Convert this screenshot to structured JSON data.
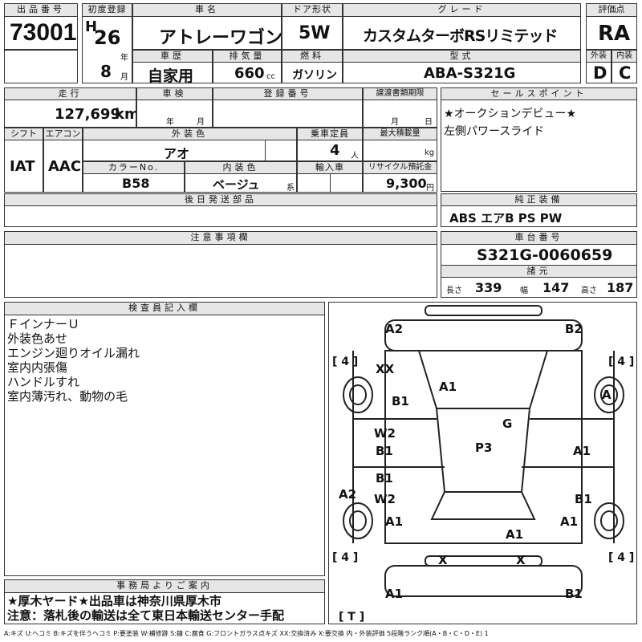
{
  "lot": {
    "label": "出品番号",
    "value": "73001"
  },
  "first_reg": {
    "label": "初度登録",
    "era": "H",
    "year": "26",
    "year_unit": "年",
    "month": "8",
    "month_unit": "月"
  },
  "car_name": {
    "label": "車名",
    "value": "アトレーワゴン"
  },
  "door": {
    "label": "ドア形状",
    "value": "5W"
  },
  "grade": {
    "label": "グレード",
    "value": "カスタムターボRSリミテッド"
  },
  "score": {
    "label": "評価点",
    "value": "RA"
  },
  "history": {
    "label": "車歴",
    "value": "自家用"
  },
  "displacement": {
    "label": "排気量",
    "value": "660",
    "unit": "cc"
  },
  "fuel": {
    "label": "燃料",
    "value": "ガソリン"
  },
  "model": {
    "label": "型式",
    "value": "ABA-S321G"
  },
  "exterior": {
    "label": "外装",
    "value": "D"
  },
  "interior": {
    "label": "内装",
    "value": "C"
  },
  "mileage": {
    "label": "走行",
    "value": "127,699",
    "unit": "km"
  },
  "inspection": {
    "label": "車検",
    "year_unit": "年",
    "month_unit": "月"
  },
  "plate": {
    "label": "登録番号"
  },
  "transfer": {
    "label": "譲渡書類期限",
    "month_unit": "月",
    "day_unit": "日"
  },
  "sales_point": {
    "label": "セールスポイント",
    "lines": [
      "★オークションデビュー★",
      "左側パワースライド"
    ]
  },
  "shift": {
    "label": "シフト",
    "value": "IAT"
  },
  "aircon": {
    "label": "エアコン",
    "value": "AAC"
  },
  "ext_color": {
    "label": "外装色",
    "value": "アオ"
  },
  "capacity": {
    "label": "乗車定員",
    "value": "4",
    "unit": "人"
  },
  "max_load": {
    "label": "最大積載量",
    "unit": "kg"
  },
  "color_no": {
    "label": "カラーNo.",
    "value": "B58"
  },
  "int_color": {
    "label": "内装色",
    "value": "ベージュ",
    "suffix": "系"
  },
  "import": {
    "label": "輸入車"
  },
  "recycle": {
    "label": "リサイクル預託金",
    "value": "9,300",
    "unit": "円"
  },
  "later_parts": {
    "label": "後日発送部品"
  },
  "equipment": {
    "label": "純正装備",
    "value": "ABS エアB PS PW"
  },
  "caution": {
    "label": "注意事項欄"
  },
  "chassis": {
    "label": "車台番号",
    "value": "S321G-0060659"
  },
  "dims": {
    "label": "諸元",
    "length_label": "長さ",
    "length": "339",
    "width_label": "幅",
    "width": "147",
    "height_label": "高さ",
    "height": "187"
  },
  "inspector": {
    "label": "検査員記入欄",
    "lines": [
      "ＦインナーＵ",
      "外装色あせ",
      "エンジン廻りオイル漏れ",
      "室内内張傷",
      "ハンドルすれ",
      "室内薄汚れ、動物の毛"
    ]
  },
  "office": {
    "label": "事務局よりご案内",
    "lines": [
      "★厚木ヤード★出品車は神奈川県厚木市",
      "注意：落札後の輸送は全て東日本輸送センター手配"
    ]
  },
  "diagram": {
    "tire_marks": [
      "[ 4 ]",
      "[ 4 ]",
      "[ 4 ]",
      "[ 4 ]",
      "[ T ]"
    ],
    "marks": [
      "A2",
      "B2",
      "XX",
      "B1",
      "A1",
      "A",
      "G",
      "W2",
      "B1",
      "P3",
      "A1",
      "B1",
      "W2",
      "A2",
      "B1",
      "A1",
      "A1",
      "A1",
      "X",
      "X",
      "A1",
      "B1"
    ]
  },
  "legend": "A:キズ U:ヘコミ B:キズを伴うヘコミ P:要塗装 W:補修跡 S:錆 C:腐食 G:フロントガラス点キズ XX:交換済み X:要交換 内・外装評価 5段階ランク順(A・B・C・D・E) 1"
}
